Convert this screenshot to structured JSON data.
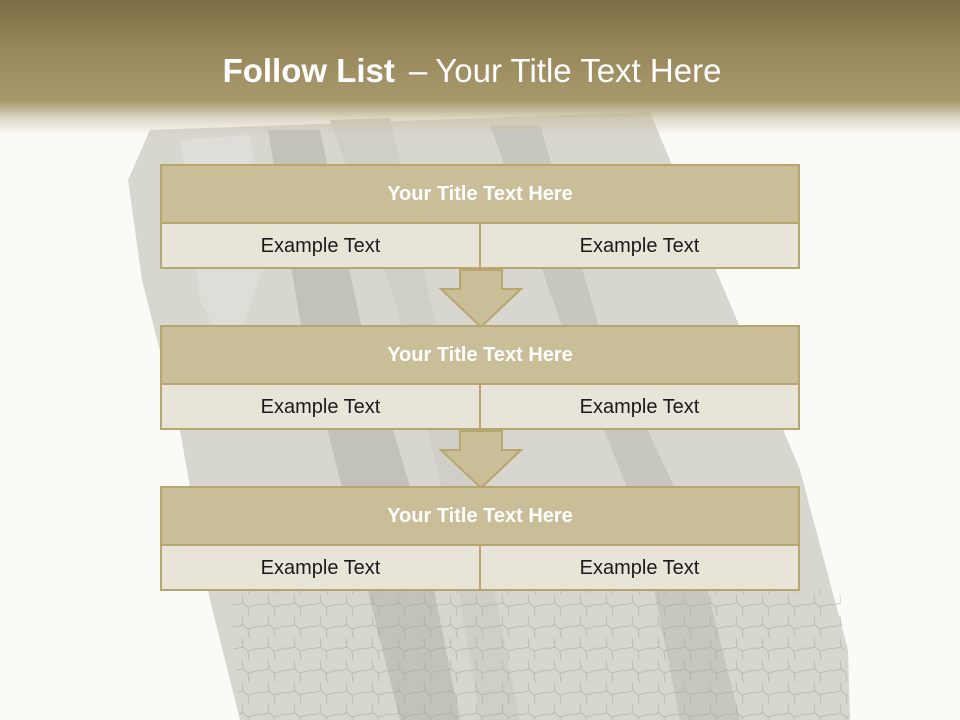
{
  "slide": {
    "title_bold": "Follow List",
    "title_dash": "–",
    "title_rest": "Your Title Text Here"
  },
  "blocks": [
    {
      "title": "Your Title Text Here",
      "left": "Example Text",
      "right": "Example Text"
    },
    {
      "title": "Your Title Text Here",
      "left": "Example Text",
      "right": "Example Text"
    },
    {
      "title": "Your Title Text Here",
      "left": "Example Text",
      "right": "Example Text"
    }
  ],
  "colors": {
    "header": "#978659",
    "box_title": "#c9be97",
    "box_body": "#e9e4d8",
    "border": "#b8a670"
  }
}
